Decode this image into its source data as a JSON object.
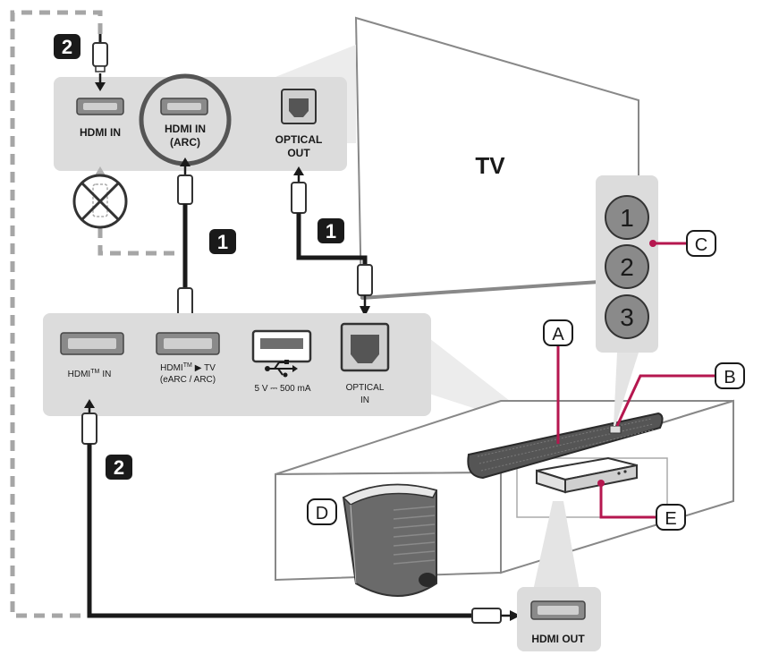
{
  "tv": {
    "label": "TV"
  },
  "tv_panel": {
    "hdmi_in": "HDMI IN",
    "hdmi_in_arc_line1": "HDMI IN",
    "hdmi_in_arc_line2": "(ARC)",
    "optical_out_line1": "OPTICAL",
    "optical_out_line2": "OUT"
  },
  "soundbar_panel": {
    "hdmi_in_prefix": "HDMI",
    "hdmi_in_tm": "TM",
    "hdmi_in_suffix": "IN",
    "hdmi_tv_prefix": "HDMI",
    "hdmi_tv_tm": "TM",
    "hdmi_tv_suffix": "▶ TV",
    "earc_arc": "(eARC / ARC)",
    "usb_spec": "5 V ⎓ 500 mA",
    "optical_in_line1": "OPTICAL",
    "optical_in_line2": "IN"
  },
  "device": {
    "hdmi_out": "HDMI OUT"
  },
  "steps": {
    "one": "1",
    "two": "2"
  },
  "callouts": {
    "a": "A",
    "b": "B",
    "c": "C",
    "d": "D",
    "e": "E"
  },
  "buttons": {
    "one": "1",
    "two": "2",
    "three": "3"
  },
  "colors": {
    "accent": "#b5174f",
    "panel": "#dcdcdc",
    "cable": "#1a1a1a",
    "dashed": "#a6a6a6"
  }
}
